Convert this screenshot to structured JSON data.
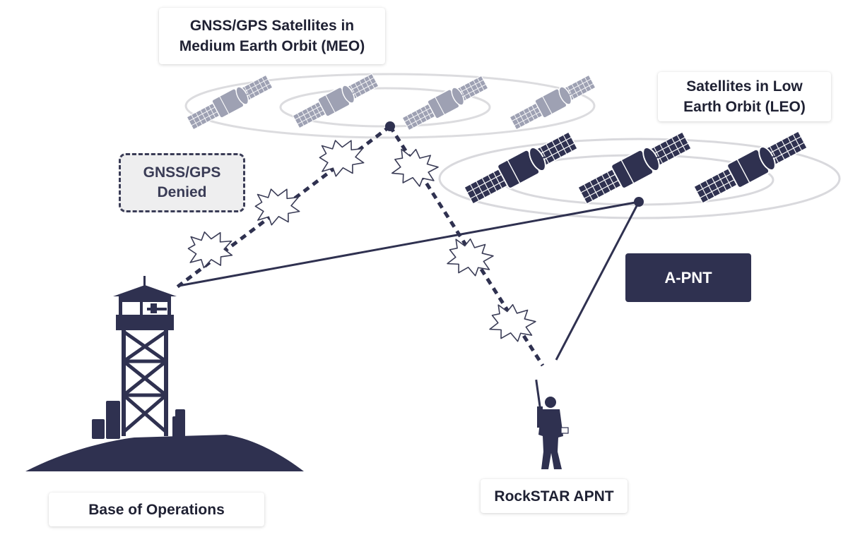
{
  "labels": {
    "meo_line1": "GNSS/GPS Satellites in",
    "meo_line2": "Medium Earth Orbit (MEO)",
    "leo_line1": "Satellites in Low",
    "leo_line2": "Earth Orbit (LEO)",
    "denied_line1": "GNSS/GPS",
    "denied_line2": "Denied",
    "apnt": "A-PNT",
    "base": "Base of Operations",
    "rockstar": "RockSTAR APNT"
  },
  "colors": {
    "navy": "#2f3150",
    "grey_satellite": "#9ea1b3",
    "orbit_ring": "#d9d9dd",
    "denied_fill": "#eeeeef"
  },
  "icons": [
    "satellite-icon",
    "jamming-burst-icon",
    "watchtower-icon",
    "soldier-icon",
    "fuel-barrel-icon"
  ]
}
